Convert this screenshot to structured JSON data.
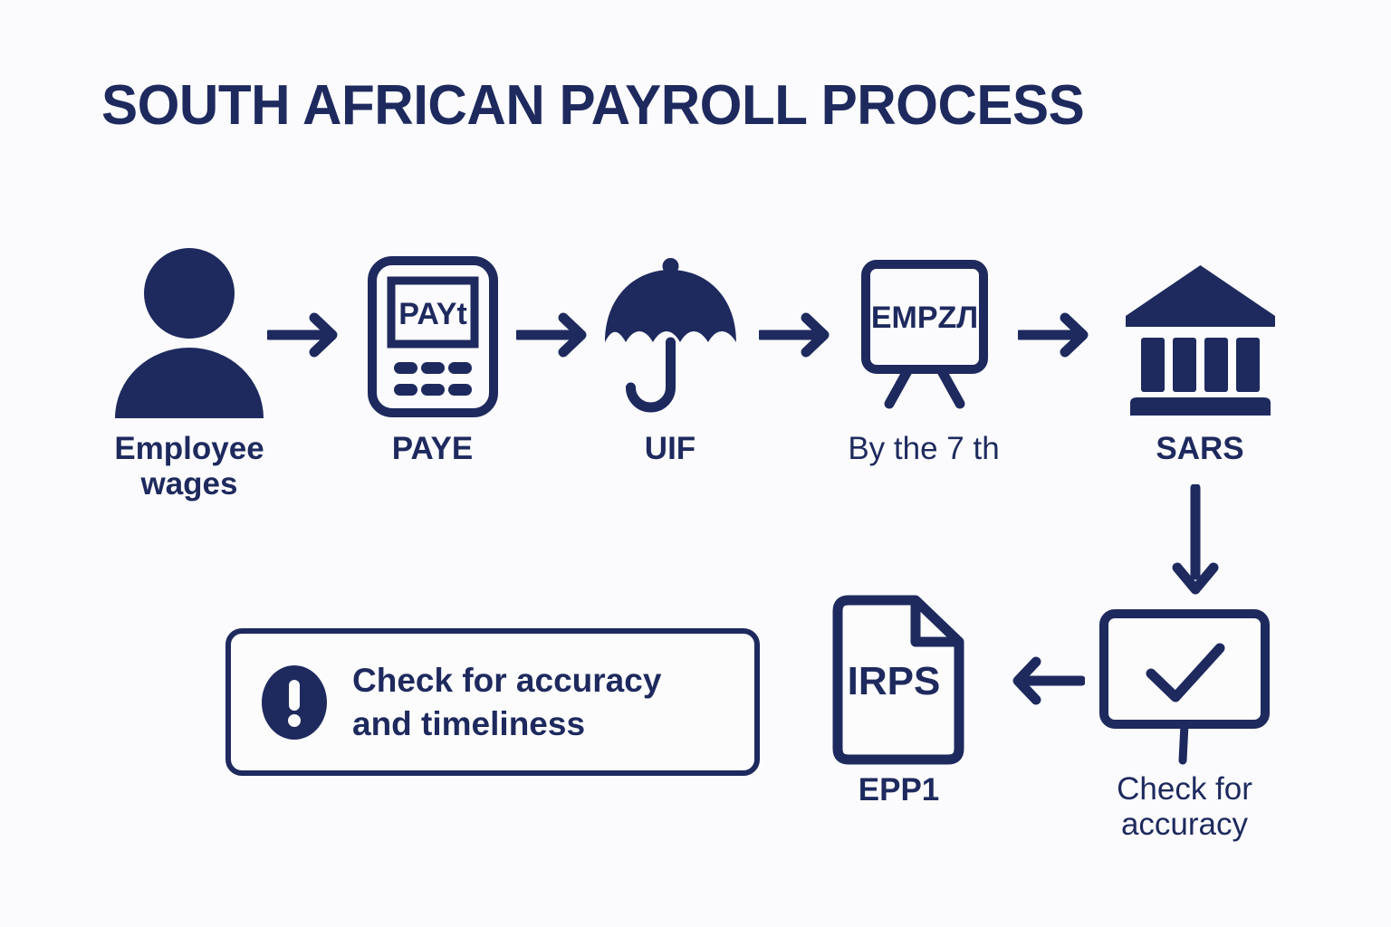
{
  "page": {
    "title": "SOUTH AFRICAN PAYROLL PROCESS",
    "background_color": "#fbfbfd",
    "accent_color": "#1e2a5e"
  },
  "flow_top": [
    {
      "id": "employee",
      "icon": "person-icon",
      "label": "Employee\nwages"
    },
    {
      "id": "paye",
      "icon": "calculator-icon",
      "screen_text": "PAYt",
      "label": "PAYE"
    },
    {
      "id": "uif",
      "icon": "umbrella-icon",
      "label": "UIF"
    },
    {
      "id": "emp201",
      "icon": "whiteboard-icon",
      "board_text": "EMPZЛ",
      "label": "By the 7 th"
    },
    {
      "id": "sars",
      "icon": "bank-icon",
      "label": "SARS"
    }
  ],
  "flow_bottom": [
    {
      "id": "check-box",
      "icon": "checkmark-box-icon",
      "label": "Check for\naccuracy"
    },
    {
      "id": "irp5",
      "icon": "document-icon",
      "document_text": "IRPS",
      "label": "EPP1"
    }
  ],
  "alert": {
    "icon": "exclamation-circle-icon",
    "text": "Check for accuracy\nand timeliness"
  },
  "arrows": [
    {
      "id": "arrow-employee-to-paye",
      "direction": "right"
    },
    {
      "id": "arrow-paye-to-uif",
      "direction": "right"
    },
    {
      "id": "arrow-uif-to-emp201",
      "direction": "right"
    },
    {
      "id": "arrow-emp201-to-sars",
      "direction": "right"
    },
    {
      "id": "arrow-sars-to-check",
      "direction": "down"
    },
    {
      "id": "arrow-check-to-irp5",
      "direction": "left"
    }
  ]
}
